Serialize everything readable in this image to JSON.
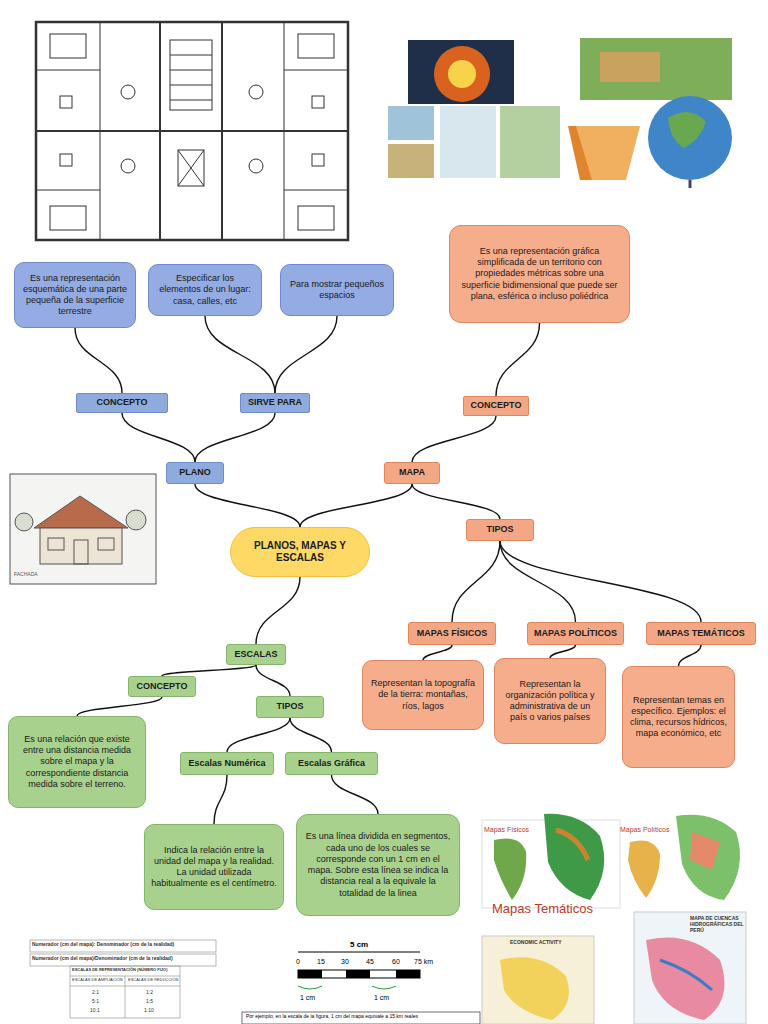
{
  "diagram": {
    "nodes": [
      {
        "text": [
          "Es una representación esquemática de una parte pequeña de la superficie terrestre"
        ]
      },
      {
        "text": [
          "Especificar los elementos de un lugar: casa, calles, etc"
        ]
      },
      {
        "text": [
          "Para mostrar pequeños espacios"
        ]
      },
      {
        "text": [
          "Es una representación gráfica simplificada de un territorio con propiedades métricas sobre una superficie bidimensional que puede ser plana, esférica o incluso poliédrica"
        ]
      },
      {
        "text": [
          "CONCEPTO"
        ]
      },
      {
        "text": [
          "SIRVE PARA"
        ]
      },
      {
        "text": [
          "CONCEPTO"
        ]
      },
      {
        "text": [
          "PLANO"
        ]
      },
      {
        "text": [
          "MAPA"
        ]
      },
      {
        "text": [
          "TIPOS"
        ]
      },
      {
        "text": [
          "PLANOS, MAPAS Y ESCALAS"
        ]
      },
      {
        "text": [
          "MAPAS FÍSICOS"
        ]
      },
      {
        "text": [
          "MAPAS POLÍTICOS"
        ]
      },
      {
        "text": [
          "MAPAS TEMÁTICOS"
        ]
      },
      {
        "text": [
          "ESCALAS"
        ]
      },
      {
        "text": [
          "Representan la topografía de la tierra: montañas, ríos, lagos"
        ]
      },
      {
        "text": [
          "Representan la organización política y administrativa de un país o varios países"
        ]
      },
      {
        "text": [
          "Representan temas en específico. Ejemplos: el clima, recursos hídricos, mapa económico, etc"
        ]
      },
      {
        "text": [
          "CONCEPTO"
        ]
      },
      {
        "text": [
          "TIPOS"
        ]
      },
      {
        "text": [
          "Es una relación que existe entre una distancia medida sobre el mapa y la correspondiente distancia medida sobre el terreno."
        ]
      },
      {
        "text": [
          "Escalas Numérica"
        ]
      },
      {
        "text": [
          "Escalas Gráfica"
        ]
      },
      {
        "text": [
          "Indica la relación entre la unidad del mapa y la realidad. La unidad utilizada habitualmente es el centímetro."
        ]
      },
      {
        "text": [
          "Es una línea dividida en segmentos, cada uno de los cuales se corresponde con un 1 cm en el mapa. Sobre esta línea se indica la distancia real a la equivale la totalidad de la linea"
        ]
      }
    ],
    "edges": [
      {
        "from": 10,
        "to": 7,
        "arrow": "none"
      },
      {
        "from": 7,
        "to": 4,
        "arrow": "none"
      },
      {
        "from": 7,
        "to": 5,
        "arrow": "none"
      },
      {
        "from": 4,
        "to": 0,
        "arrow": "none"
      },
      {
        "from": 5,
        "to": 1,
        "arrow": "none"
      },
      {
        "from": 5,
        "to": 2,
        "arrow": "none"
      },
      {
        "from": 10,
        "to": 8,
        "arrow": "none"
      },
      {
        "from": 8,
        "to": 6,
        "arrow": "none"
      },
      {
        "from": 6,
        "to": 3,
        "arrow": "none"
      },
      {
        "from": 8,
        "to": 9,
        "arrow": "none"
      },
      {
        "from": 9,
        "to": 11,
        "arrow": "none"
      },
      {
        "from": 9,
        "to": 12,
        "arrow": "none"
      },
      {
        "from": 9,
        "to": 13,
        "arrow": "none"
      },
      {
        "from": 11,
        "to": 15,
        "arrow": "none"
      },
      {
        "from": 12,
        "to": 16,
        "arrow": "none"
      },
      {
        "from": 13,
        "to": 17,
        "arrow": "none"
      },
      {
        "from": 10,
        "to": 14,
        "arrow": "none"
      },
      {
        "from": 14,
        "to": 18,
        "arrow": "none"
      },
      {
        "from": 14,
        "to": 19,
        "arrow": "none"
      },
      {
        "from": 18,
        "to": 20,
        "arrow": "none"
      },
      {
        "from": 19,
        "to": 21,
        "arrow": "none"
      },
      {
        "from": 19,
        "to": 22,
        "arrow": "none"
      },
      {
        "from": 21,
        "to": 23,
        "arrow": "none"
      },
      {
        "from": 22,
        "to": 24,
        "arrow": "none"
      }
    ],
    "labels": [
      "FACHADA",
      "Mapas Físicos",
      "Mapas Políticos",
      "Mapas Temáticos",
      "Numerador (cm del mapa): Denominador (cm de la realidad)",
      "Numerador (cm del mapa)/Denominador (cm de la realidad)",
      "ESCALAS DE REPRESENTACIÓN (NÚMERO FIJO)",
      "ESCALAS DE AMPLIACIÓN",
      "ESCALAS DE REDUCCIÓN",
      "2:1",
      "1:2",
      "5:1",
      "1:5",
      "10:1",
      "1:10",
      "5 cm",
      "0",
      "15",
      "30",
      "45",
      "60",
      "75 km",
      "1 cm",
      "1 cm",
      "Por ejemplo, en la escala de la figura, 1 cm del mapa equivale a 15 km reales",
      "ECONOMIC ACTIVITY",
      "MAPA DE CUENCAS HIDROGRÁFICAS DEL PERÚ"
    ]
  }
}
